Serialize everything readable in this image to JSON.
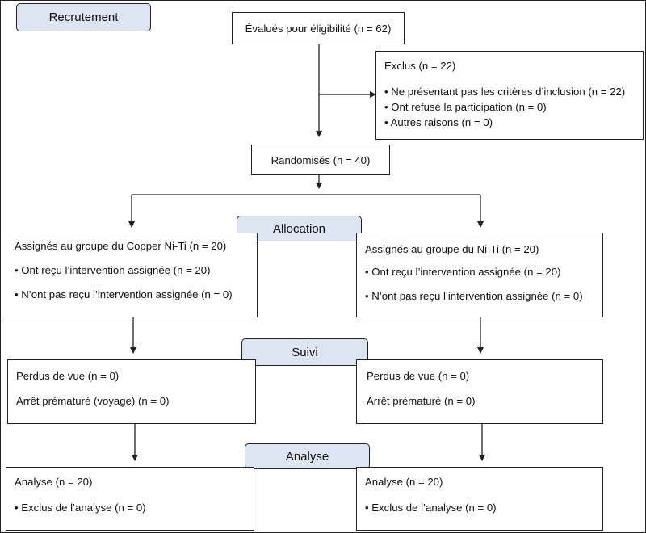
{
  "stages": {
    "recruitment": "Recrutement",
    "allocation": "Allocation",
    "follow_up": "Suivi",
    "analysis": "Analyse"
  },
  "assessed": "Évalués pour éligibilité (n = 62)",
  "excluded": {
    "title": "Exclus (n = 22)",
    "items": [
      "Ne présentant pas les critères d’inclusion (n = 22)",
      "Ont refusé la participation (n = 0)",
      "Autres raisons (n = 0)"
    ]
  },
  "randomized": "Randomisés (n = 40)",
  "arms": [
    {
      "allocation": {
        "title": "Assignés au groupe du Copper Ni-Ti (n = 20)",
        "received": "Ont reçu l’intervention assignée (n = 20)",
        "not_received": "N’ont pas reçu l’intervention assignée (n = 0)"
      },
      "follow_up": {
        "lost": "Perdus de vue (n = 0)",
        "discontinued": "Arrêt prématuré (voyage) (n = 0)"
      },
      "analysis": {
        "analysed": "Analyse (n = 20)",
        "excluded": "Exclus de l’analyse (n = 0)"
      }
    },
    {
      "allocation": {
        "title": "Assignés au groupe du Ni-Ti (n = 20)",
        "received": "Ont reçu l’intervention assignée (n = 20)",
        "not_received": "N’ont pas reçu l’intervention assignée (n = 0)"
      },
      "follow_up": {
        "lost": "Perdus de vue (n = 0)",
        "discontinued": "Arrêt prématuré (n = 0)"
      },
      "analysis": {
        "analysed": "Analyse (n = 20)",
        "excluded": "Exclus de l’analyse (n = 0)"
      }
    }
  ],
  "colors": {
    "stage_fill": "#dde4f2",
    "line": "#222222"
  }
}
